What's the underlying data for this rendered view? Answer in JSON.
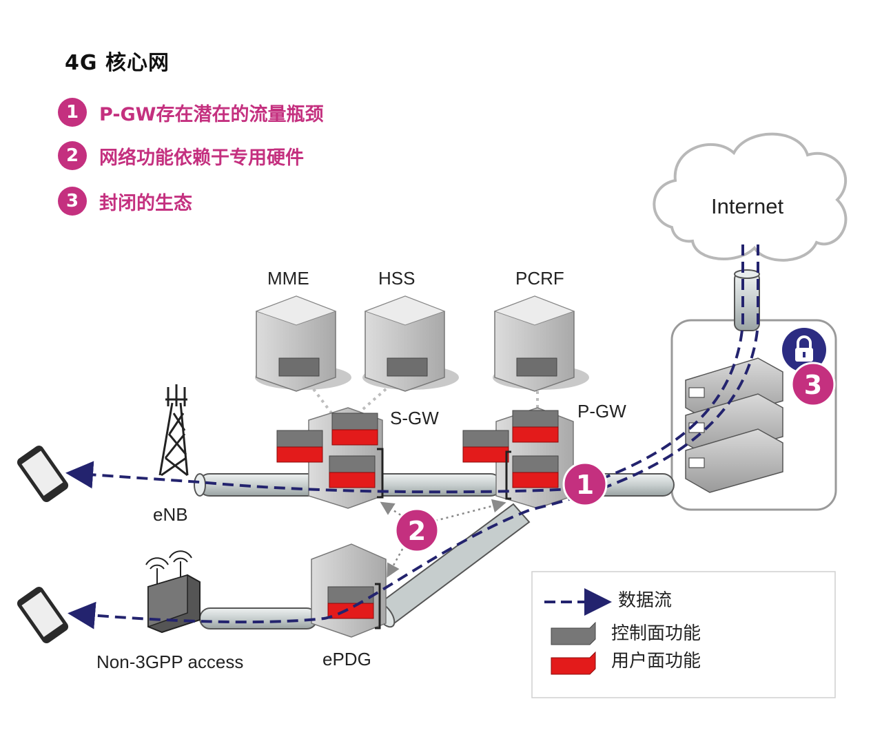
{
  "title": "4G 核心网",
  "issues": [
    {
      "num": "1",
      "text": "P-GW存在潜在的流量瓶颈"
    },
    {
      "num": "2",
      "text": "网络功能依赖于专用硬件"
    },
    {
      "num": "3",
      "text": "封闭的生态"
    }
  ],
  "nodes": {
    "internet": "Internet",
    "mme": "MME",
    "hss": "HSS",
    "pcrf": "PCRF",
    "sgw": "S-GW",
    "pgw": "P-GW",
    "enb": "eNB",
    "non3gpp": "Non-3GPP access",
    "epdg": "ePDG"
  },
  "legend": {
    "data_flow": "数据流",
    "control_plane": "控制面功能",
    "user_plane": "用户面功能"
  },
  "colors": {
    "accent": "#c4307f",
    "flow": "#23236e",
    "control": "#7a7a7a",
    "user": "#e31b1b",
    "lock": "#2c2c82"
  }
}
